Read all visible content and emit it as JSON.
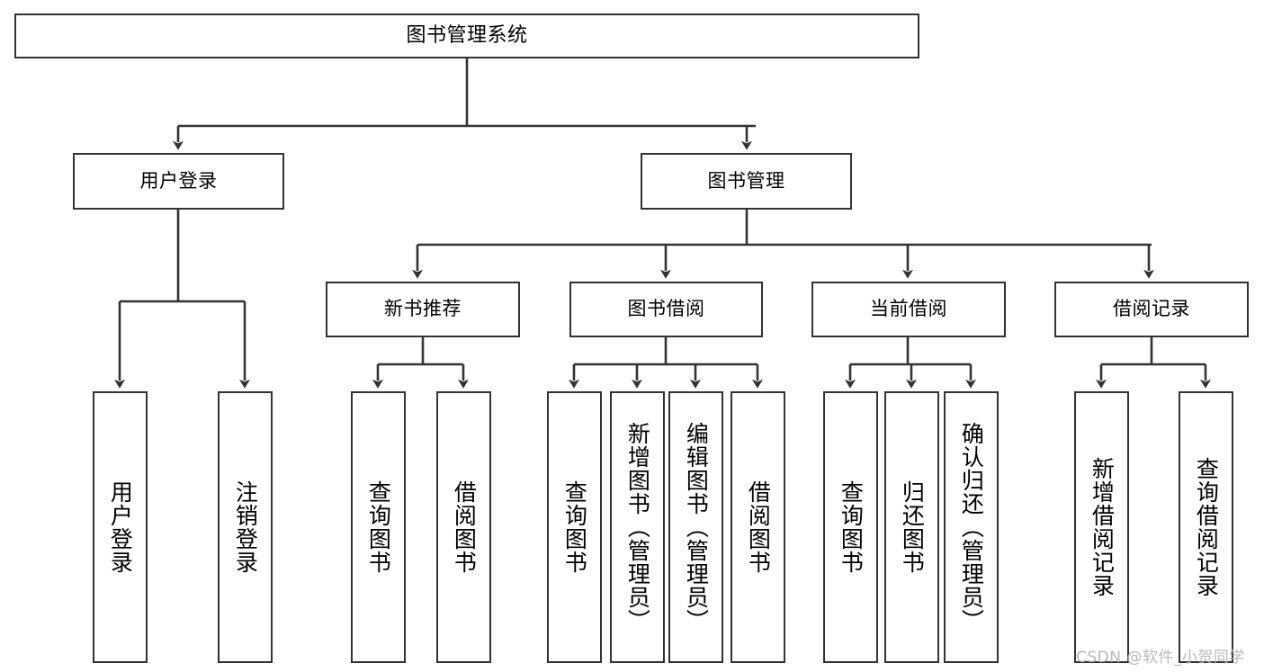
{
  "diagram": {
    "title": "图书管理系统",
    "type": "tree",
    "watermark": "CSDN @软件_小贺同学",
    "colors": {
      "border": "#333333",
      "fill": "#FFFFFF",
      "text": "#000000",
      "edge": "#333333",
      "watermark": "#B9B9B9"
    },
    "nodes": {
      "root": {
        "label": "图书管理系统"
      },
      "level2": [
        {
          "id": "user-login",
          "label": "用户登录"
        },
        {
          "id": "book-manage",
          "label": "图书管理"
        }
      ],
      "level3": [
        {
          "id": "new-book-recommend",
          "label": "新书推荐"
        },
        {
          "id": "book-borrow",
          "label": "图书借阅"
        },
        {
          "id": "current-borrow",
          "label": "当前借阅"
        },
        {
          "id": "borrow-record",
          "label": "借阅记录"
        }
      ],
      "leaves": {
        "user_login": [
          {
            "id": "leaf-user-login",
            "label": "用户登录"
          },
          {
            "id": "leaf-logout-login",
            "label": "注销登录"
          }
        ],
        "new_book_recommend": [
          {
            "id": "leaf-query-book-1",
            "label": "查询图书"
          },
          {
            "id": "leaf-borrow-book-1",
            "label": "借阅图书"
          }
        ],
        "book_borrow": [
          {
            "id": "leaf-query-book-2",
            "label": "查询图书"
          },
          {
            "id": "leaf-add-book-admin",
            "label": "新增图书（管理员）"
          },
          {
            "id": "leaf-edit-book-admin",
            "label": "编辑图书（管理员）"
          },
          {
            "id": "leaf-borrow-book-2",
            "label": "借阅图书"
          }
        ],
        "current_borrow": [
          {
            "id": "leaf-query-book-3",
            "label": "查询图书"
          },
          {
            "id": "leaf-return-book",
            "label": "归还图书"
          },
          {
            "id": "leaf-confirm-return-admin",
            "label": "确认归还（管理员）"
          }
        ],
        "borrow_record": [
          {
            "id": "leaf-add-borrow-record",
            "label": "新增借阅记录"
          },
          {
            "id": "leaf-query-borrow-record",
            "label": "查询借阅记录"
          }
        ]
      }
    }
  }
}
